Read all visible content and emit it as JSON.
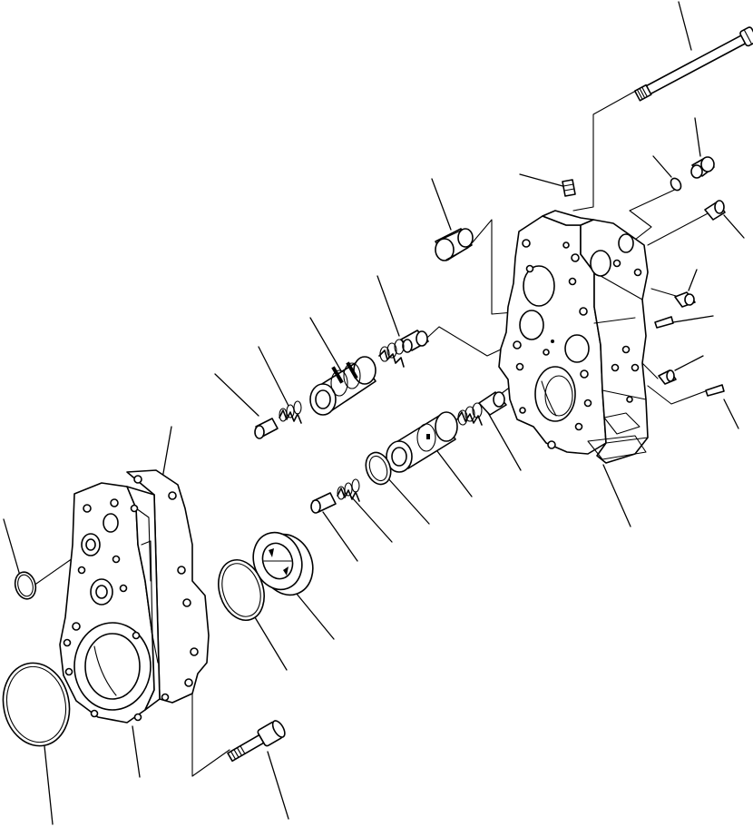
{
  "diagram": {
    "kind": "exploded-parts-view",
    "style": "monochrome line drawing",
    "ink_color": "#000000",
    "paper_color": "#ffffff",
    "parts": [
      {
        "id": "long-bolt",
        "icon": "bolt-icon"
      },
      {
        "id": "plug",
        "icon": "plug-icon"
      },
      {
        "id": "o-ring-small",
        "icon": "o-ring-icon"
      },
      {
        "id": "elbow-fitting",
        "icon": "fitting-icon"
      },
      {
        "id": "bolt-short-right",
        "icon": "bolt-icon"
      },
      {
        "id": "small-plug-right",
        "icon": "plug-icon"
      },
      {
        "id": "pin-upper",
        "icon": "pin-icon"
      },
      {
        "id": "plug-lower-right",
        "icon": "plug-icon"
      },
      {
        "id": "pin-lower",
        "icon": "pin-icon"
      },
      {
        "id": "valve-body-right",
        "icon": "housing-icon"
      },
      {
        "id": "piston-plug",
        "icon": "plug-icon"
      },
      {
        "id": "upper-valve-spool",
        "icon": "spool-icon"
      },
      {
        "id": "upper-spring",
        "icon": "spring-icon"
      },
      {
        "id": "upper-stopper",
        "icon": "stopper-icon"
      },
      {
        "id": "upper-poppet",
        "icon": "poppet-icon"
      },
      {
        "id": "lower-valve-spool",
        "icon": "spool-icon"
      },
      {
        "id": "lower-poppet",
        "icon": "poppet-icon"
      },
      {
        "id": "lower-spring",
        "icon": "spring-icon"
      },
      {
        "id": "lower-stopper",
        "icon": "stopper-icon"
      },
      {
        "id": "o-ring-mid",
        "icon": "o-ring-icon"
      },
      {
        "id": "bearing",
        "icon": "bearing-icon"
      },
      {
        "id": "o-ring-large",
        "icon": "o-ring-icon"
      },
      {
        "id": "gasket",
        "icon": "gasket-icon"
      },
      {
        "id": "pump-case-left",
        "icon": "housing-icon"
      },
      {
        "id": "o-ring-left",
        "icon": "o-ring-icon"
      },
      {
        "id": "o-ring-bottom-large",
        "icon": "o-ring-icon"
      },
      {
        "id": "mounting-bolt",
        "icon": "bolt-icon"
      }
    ]
  }
}
